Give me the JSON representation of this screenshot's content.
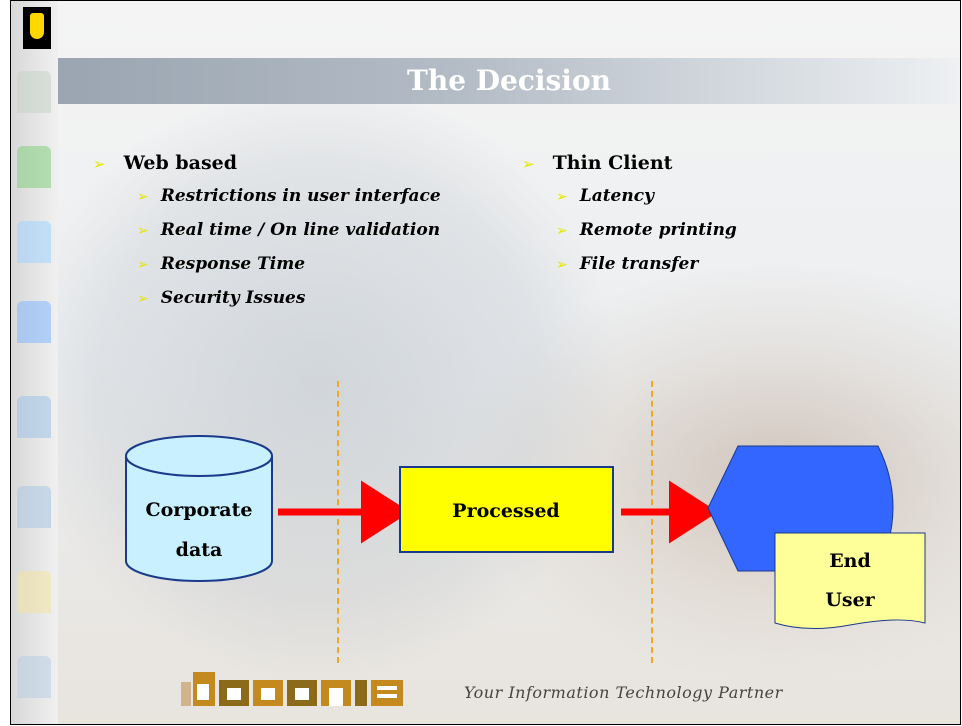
{
  "slide": {
    "title": "The Decision",
    "tagline": "Your Information Technology Partner"
  },
  "columns": [
    {
      "heading": "Web based",
      "items": [
        "Restrictions in user interface",
        "Real time / On line validation",
        "Response Time",
        "Security Issues"
      ]
    },
    {
      "heading": "Thin Client",
      "items": [
        "Latency",
        "Remote printing",
        "File transfer"
      ]
    }
  ],
  "diagram": {
    "source_label_1": "Corporate",
    "source_label_2": "data",
    "process_label": "Processed",
    "user_label_1": "End",
    "user_label_2": "User"
  },
  "colors": {
    "bullet": "#e6e600",
    "arrow": "#ff0000",
    "cylinder_fill": "#c8f0ff",
    "process_fill": "#ffff00",
    "terminal_fill": "#3366ff",
    "note_fill": "#ffff99",
    "divider": "#f5a623"
  },
  "icons": {
    "brand": "dacams-logo",
    "bullet": "arrowhead-bullet"
  }
}
